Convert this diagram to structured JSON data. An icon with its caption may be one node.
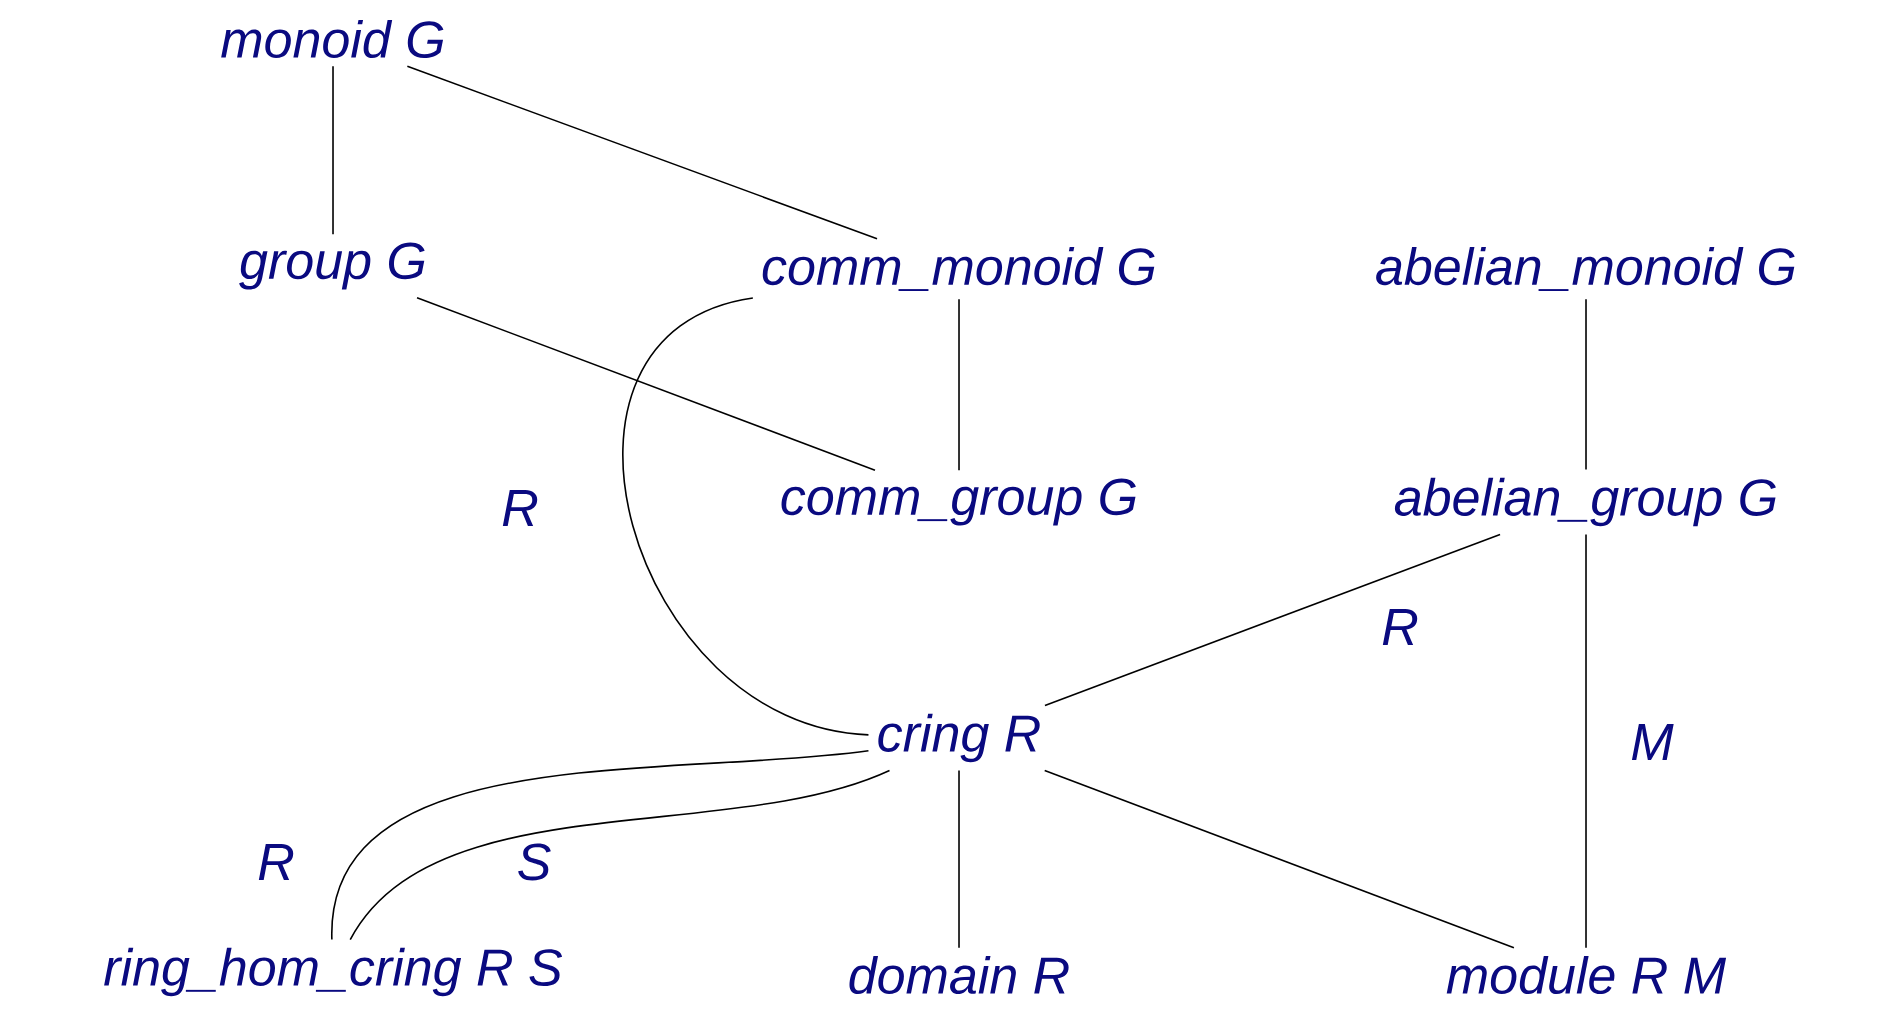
{
  "diagram": {
    "nodes": [
      {
        "text": [
          "monoid G"
        ]
      },
      {
        "text": [
          "group G"
        ]
      },
      {
        "text": [
          "comm_monoid G"
        ]
      },
      {
        "text": [
          "abelian_monoid G"
        ]
      },
      {
        "text": [
          "comm_group G"
        ]
      },
      {
        "text": [
          "abelian_group G"
        ]
      },
      {
        "text": [
          "cring R"
        ]
      },
      {
        "text": [
          "ring_hom_cring R S"
        ]
      },
      {
        "text": [
          "domain R"
        ]
      },
      {
        "text": [
          "module R M"
        ]
      }
    ],
    "edges": [
      {
        "from": 0,
        "to": 1,
        "arrow": "none"
      },
      {
        "from": 0,
        "to": 2,
        "arrow": "none"
      },
      {
        "from": 1,
        "to": 4,
        "arrow": "none"
      },
      {
        "from": 2,
        "to": 4,
        "arrow": "none"
      },
      {
        "from": 3,
        "to": 5,
        "arrow": "none"
      },
      {
        "from": 2,
        "to": 6,
        "arrow": "none",
        "label": "R"
      },
      {
        "from": 5,
        "to": 6,
        "arrow": "none",
        "label": "R"
      },
      {
        "from": 5,
        "to": 9,
        "arrow": "none",
        "label": "M"
      },
      {
        "from": 6,
        "to": 8,
        "arrow": "none"
      },
      {
        "from": 6,
        "to": 9,
        "arrow": "none"
      },
      {
        "from": 6,
        "to": 7,
        "arrow": "none",
        "label": "R"
      },
      {
        "from": 6,
        "to": 7,
        "arrow": "none",
        "label": "S"
      }
    ]
  }
}
